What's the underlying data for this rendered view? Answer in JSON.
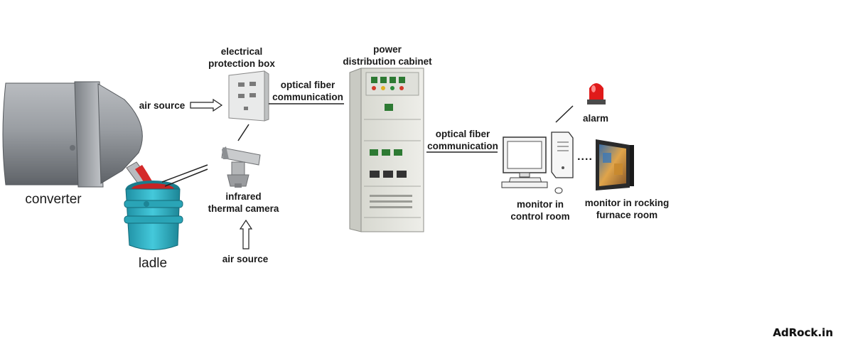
{
  "labels": {
    "converter": "converter",
    "ladle": "ladle",
    "air_source_top": "air source",
    "air_source_bottom": "air source",
    "protection_box": [
      "electrical",
      "protection box"
    ],
    "camera": [
      "infrared",
      "thermal camera"
    ],
    "fiber_top": [
      "optical fiber",
      "communication"
    ],
    "fiber_right": [
      "optical fiber",
      "communication"
    ],
    "cabinet": [
      "power",
      "distribution cabinet"
    ],
    "alarm": "alarm",
    "monitor_control": [
      "monitor in",
      "control room"
    ],
    "monitor_furnace": [
      "monitor in rocking",
      "furnace room"
    ],
    "ellipsis": "...."
  },
  "watermark": "AdRock.in",
  "colors": {
    "steel": "#8e9196",
    "ladle": "#2fb5c8",
    "molten": "#d42a2a",
    "cabinet": "#e8e8e2",
    "alarm": "#e01a1a"
  }
}
